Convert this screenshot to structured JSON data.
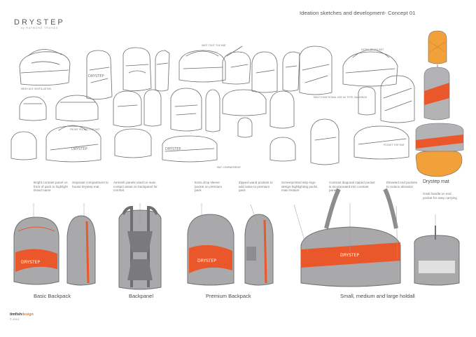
{
  "header": {
    "title": "Ideation sketches and development- Concept 01",
    "logo_word": "DRYSTEP",
    "logo_sub": "by RAYMOND TROHAS"
  },
  "sketch_annotations": {
    "mesh_note": "MESH ACE VENTILLATION",
    "sket_note": "SKET TOUT TUE MAT",
    "front_pocket_note": "FRONT POCKET FOR MAT",
    "extra_zip_note": "EXTRA ZIP POCKET",
    "multi_note": "MULTI FUNCTIONAL USE AS TOTE, BACKPACK",
    "bottom_left_text": "DRYSTEP",
    "mid_text": "DRYSTEP",
    "bottom_mid_text": "DRYSTEP",
    "mat_comp_note": "MAT COMPARTMENT",
    "pocket_note": "POCKET FOR MAT"
  },
  "drystep_mat_label": "Drystep mat",
  "notes": [
    "Bright contrast panel on front of pack to highlight brand name",
    "Separate compartment to house Drystep mat",
    "Airmesh panels used on main contact areas on backpanel for comfort",
    "Extra drop sleeve pocket on premium pack",
    "Zipped wand pockets to add value to premium pack",
    "Screenprinted step logo design highlighting packs main feature",
    "Contrast diagonal zipped pocket is incorporated into contrast panel",
    "Elevated end pockets  to reduce abrasion",
    "Grab handle on end pocket for easy carrying"
  ],
  "captions": {
    "basic": "Basic Backpack",
    "backpanel": "Backpanel",
    "premium": "Premium Backpack",
    "holdall": "Small, medium and large holdall"
  },
  "product_brand_text": "DRYSTEP",
  "footer": {
    "brand_main": "timfish",
    "brand_accent": "design",
    "copyright": "© 2014"
  },
  "colors": {
    "accent": "#e9572a",
    "mat_orange": "#f2a03a",
    "body_grey": "#a9a9ab",
    "dark_grey": "#6f6f72"
  }
}
